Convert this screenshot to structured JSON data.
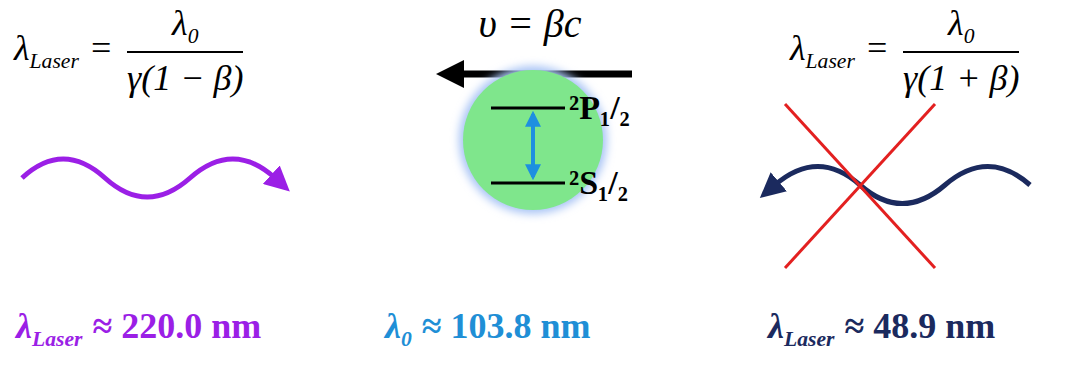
{
  "diagram": {
    "nodes": [
      {
        "text": [
          "²P₁/₂",
          "²S₁/₂"
        ]
      }
    ],
    "labels": [
      "λ",
      "Laser",
      "=",
      "λ",
      "0",
      "γ(1 − β)",
      "υ = βc",
      "λ",
      "Laser",
      "=",
      "λ",
      "0",
      "γ(1 + β)",
      "λ",
      "Laser",
      "≈ 220.0 nm",
      "λ",
      "0",
      "≈ 103.8 nm",
      "λ",
      "Laser",
      "≈ 48.9 nm"
    ]
  }
}
